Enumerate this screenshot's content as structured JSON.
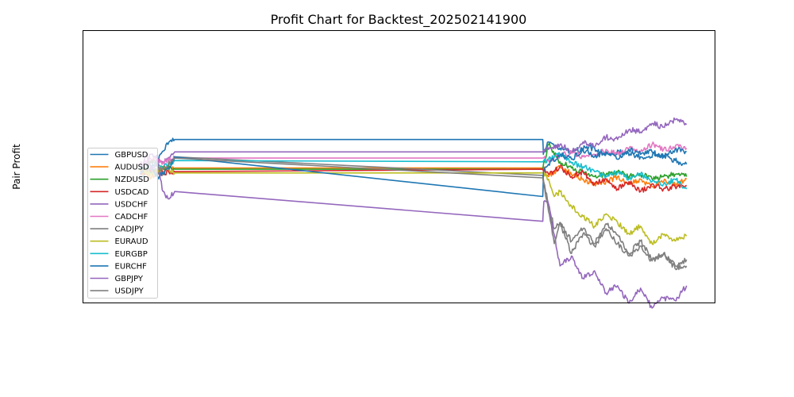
{
  "chart_data": {
    "type": "line",
    "title": "Profit Chart for Backtest_202502141900",
    "xlabel": "",
    "ylabel": "Pair Profit",
    "xlim": [
      0,
      100
    ],
    "ylim": [
      -100,
      100
    ],
    "x_ticks": false,
    "y_ticks": false,
    "grid": false,
    "legend_position": "center-left",
    "series": [
      {
        "name": "GBPUSD",
        "color": "#1f77b4",
        "x": [
          5,
          8,
          10,
          11,
          75,
          75.1,
          76,
          78,
          80,
          83,
          86,
          89,
          92,
          95,
          98,
          100
        ],
        "y": [
          -10,
          5,
          20,
          22,
          22,
          10,
          20,
          15,
          12,
          16,
          10,
          12,
          8,
          10,
          5,
          2
        ]
      },
      {
        "name": "AUDUSD",
        "color": "#ff7f0e",
        "x": [
          5,
          7,
          9,
          11,
          75,
          76,
          77,
          78,
          80,
          82,
          84,
          86,
          88,
          90,
          92,
          94,
          96,
          98,
          100
        ],
        "y": [
          -5,
          -8,
          -2,
          -1,
          -1,
          -8,
          -4,
          0,
          -6,
          -10,
          -14,
          -12,
          -8,
          -14,
          -10,
          -16,
          -12,
          -14,
          -10
        ]
      },
      {
        "name": "NZDUSD",
        "color": "#2ca02c",
        "x": [
          5,
          7,
          9,
          11,
          75,
          76,
          78,
          80,
          82,
          84,
          86,
          88,
          90,
          92,
          94,
          96,
          98,
          100
        ],
        "y": [
          -3,
          -5,
          0,
          -2,
          -2,
          18,
          4,
          -1,
          -4,
          -8,
          -6,
          -4,
          -8,
          -6,
          -10,
          -8,
          -6,
          -8
        ]
      },
      {
        "name": "USDCAD",
        "color": "#d62728",
        "x": [
          5,
          7,
          9,
          11,
          75,
          76,
          78,
          80,
          82,
          84,
          86,
          88,
          90,
          92,
          94,
          96,
          98,
          100
        ],
        "y": [
          -6,
          -3,
          -5,
          -4,
          -2,
          -6,
          0,
          -8,
          -4,
          -14,
          -10,
          -18,
          -12,
          -20,
          -14,
          -18,
          -16,
          -15
        ]
      },
      {
        "name": "USDCHF",
        "color": "#9467bd",
        "x": [
          5,
          7,
          9,
          11,
          75,
          76,
          78,
          80,
          82,
          84,
          86,
          88,
          90,
          92,
          94,
          96,
          98,
          100
        ],
        "y": [
          -2,
          10,
          4,
          12,
          12,
          14,
          18,
          12,
          20,
          16,
          24,
          22,
          30,
          28,
          35,
          32,
          38,
          34
        ]
      },
      {
        "name": "CADCHF",
        "color": "#e377c2",
        "x": [
          5,
          7,
          9,
          11,
          75,
          76,
          78,
          80,
          82,
          84,
          86,
          88,
          90,
          92,
          94,
          96,
          98,
          100
        ],
        "y": [
          2,
          6,
          4,
          7,
          7,
          5,
          9,
          12,
          8,
          10,
          14,
          10,
          15,
          12,
          18,
          14,
          16,
          15
        ]
      },
      {
        "name": "CADJPY",
        "color": "#7f7f7f",
        "x": [
          5,
          7,
          9,
          11,
          75,
          76,
          77,
          78,
          80,
          82,
          84,
          86,
          88,
          90,
          92,
          94,
          96,
          98,
          100
        ],
        "y": [
          -4,
          -1,
          -6,
          8,
          -7,
          -30,
          -50,
          -45,
          -60,
          -50,
          -62,
          -46,
          -55,
          -70,
          -60,
          -75,
          -70,
          -80,
          -75
        ]
      },
      {
        "name": "EURAUD",
        "color": "#bcbd22",
        "x": [
          5,
          7,
          9,
          11,
          75,
          76,
          77,
          78,
          80,
          82,
          84,
          86,
          88,
          90,
          92,
          94,
          96,
          98,
          100
        ],
        "y": [
          -3,
          -6,
          -1,
          -5,
          -5,
          -10,
          -24,
          -20,
          -32,
          -40,
          -48,
          -38,
          -45,
          -54,
          -48,
          -62,
          -55,
          -60,
          -56
        ]
      },
      {
        "name": "EURGBP",
        "color": "#17becf",
        "x": [
          5,
          7,
          9,
          11,
          75,
          76,
          78,
          80,
          82,
          84,
          86,
          88,
          90,
          92,
          94,
          96,
          98,
          100
        ],
        "y": [
          -2,
          3,
          -1,
          5,
          4,
          6,
          10,
          3,
          0,
          -4,
          -8,
          -4,
          -10,
          -6,
          -12,
          -14,
          -10,
          -18
        ]
      },
      {
        "name": "EURCHF",
        "color": "#1f77b4",
        "x": [
          5,
          6.5,
          8,
          10,
          11,
          75,
          75.1,
          76,
          78,
          80,
          82,
          84,
          86,
          88,
          90,
          92,
          94,
          96,
          98,
          100
        ],
        "y": [
          -5,
          2,
          -8,
          -2,
          8,
          -24,
          -5,
          2,
          10,
          6,
          14,
          8,
          12,
          6,
          14,
          10,
          12,
          8,
          14,
          12
        ]
      },
      {
        "name": "GBPJPY",
        "color": "#9467bd",
        "x": [
          5,
          6,
          7,
          8,
          8.5,
          9,
          10,
          11,
          75,
          75.2,
          76,
          77,
          78,
          80,
          82,
          84,
          86,
          88,
          90,
          92,
          94,
          96,
          98,
          100
        ],
        "y": [
          -5,
          10,
          -4,
          6,
          -10,
          -20,
          -26,
          -20,
          -44,
          -28,
          -30,
          -55,
          -80,
          -72,
          -90,
          -84,
          -102,
          -96,
          -110,
          -98,
          -114,
          -106,
          -108,
          -96
        ]
      },
      {
        "name": "USDJPY",
        "color": "#7f7f7f",
        "x": [
          5,
          7,
          9,
          11,
          75,
          76,
          77,
          78,
          80,
          82,
          84,
          86,
          88,
          90,
          92,
          94,
          96,
          98,
          100
        ],
        "y": [
          -4,
          5,
          -2,
          7,
          -9,
          -36,
          -62,
          -45,
          -70,
          -54,
          -64,
          -50,
          -62,
          -72,
          -64,
          -76,
          -70,
          -82,
          -80
        ]
      }
    ]
  }
}
